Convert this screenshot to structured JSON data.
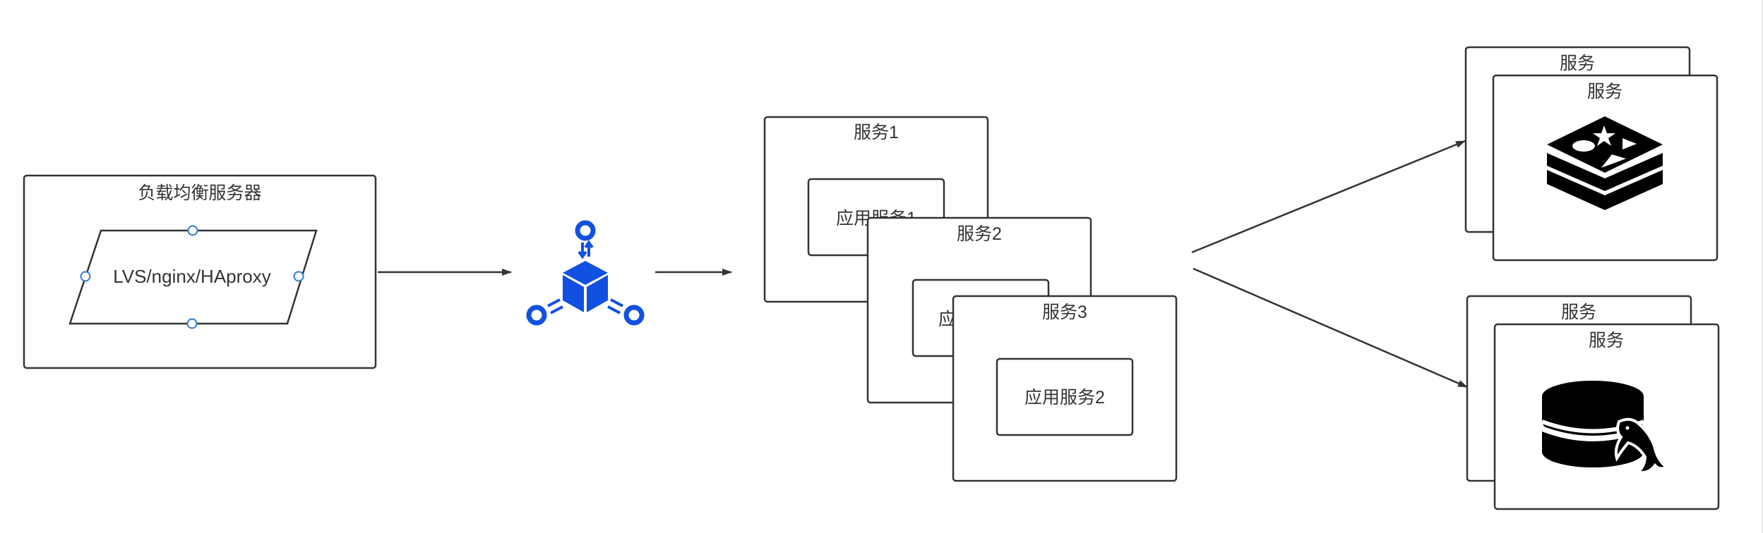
{
  "diagram": {
    "load_balancer": {
      "title": "负载均衡服务器",
      "shape_label": "LVS/nginx/HAproxy"
    },
    "distributor_icon": {
      "name": "distribution-hub-icon",
      "color": "#1150e0"
    },
    "service_stack": [
      {
        "title": "服务1",
        "inner_label": "应用服务1"
      },
      {
        "title": "服务2",
        "inner_label": "应用服务"
      },
      {
        "title": "服务3",
        "inner_label": "应用服务2"
      }
    ],
    "cache_group": {
      "back_title": "服务",
      "front_title": "服务",
      "icon": "redis-logo-icon"
    },
    "db_group": {
      "back_title": "服务",
      "front_title": "服务",
      "icon": "mysql-database-icon"
    },
    "colors": {
      "stroke": "#333333",
      "selection_handle": "#2f7bd1",
      "icon_black": "#000000"
    }
  }
}
